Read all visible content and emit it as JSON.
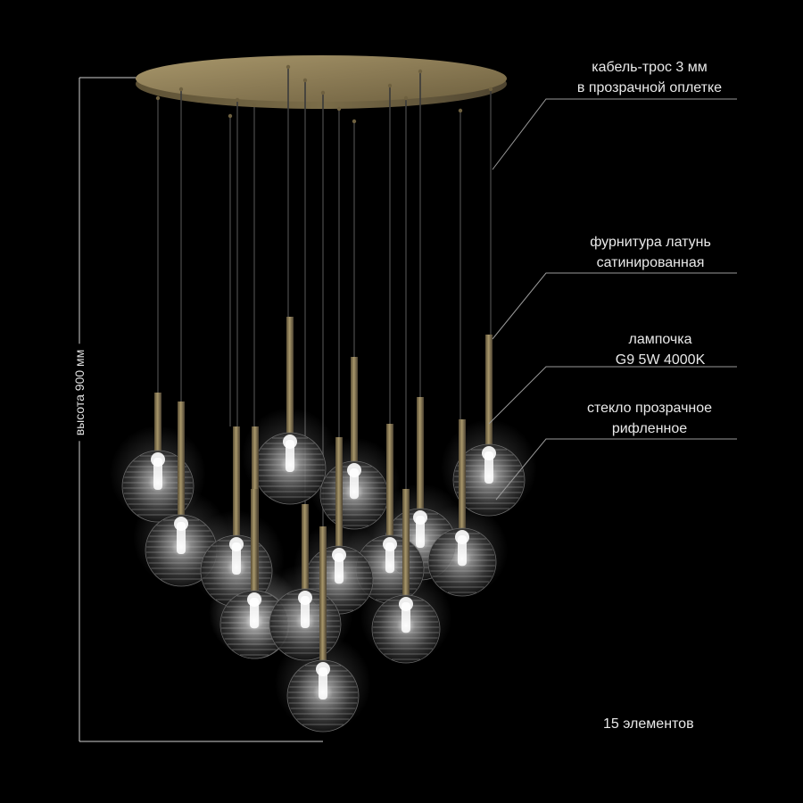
{
  "callouts": {
    "cable": {
      "line1": "кабель-трос 3 мм",
      "line2": "в прозрачной оплетке"
    },
    "fittings": {
      "line1": "фурнитура латунь",
      "line2": "сатинированная"
    },
    "bulb": {
      "line1": "лампочка",
      "line2": "G9 5W 4000K"
    },
    "glass": {
      "line1": "стекло прозрачное",
      "line2": "рифленное"
    }
  },
  "dimension": {
    "height_label": "высота 900 мм"
  },
  "element_count_label": "15 элементов",
  "colors": {
    "background": "#000000",
    "brass": "#8a7a55",
    "text": "#e9e9e9",
    "leader_line": "#9a9a9a"
  }
}
